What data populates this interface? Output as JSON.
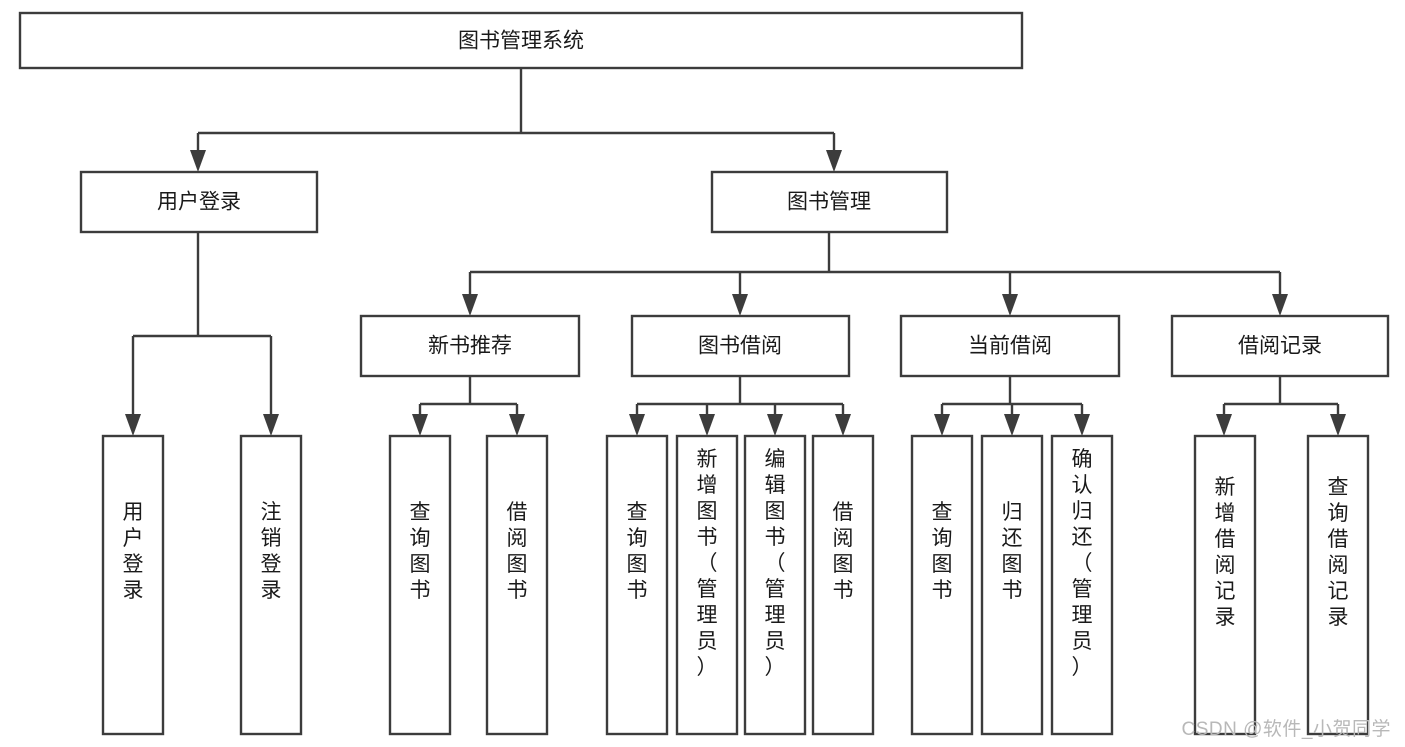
{
  "diagram": {
    "type": "tree",
    "title": "图书管理系统",
    "orientation": "top-down",
    "background_color": "#ffffff",
    "box_stroke_color": "#3c3c3c",
    "text_color": "#1a1a1a",
    "nodes": {
      "root": {
        "label": "图书管理系统",
        "level": 1,
        "orient": "horizontal"
      },
      "l2_0": {
        "label": "用户登录",
        "level": 2,
        "orient": "horizontal"
      },
      "l2_1": {
        "label": "图书管理",
        "level": 2,
        "orient": "horizontal"
      },
      "l3_0": {
        "label": "新书推荐",
        "level": 3,
        "orient": "horizontal"
      },
      "l3_1": {
        "label": "图书借阅",
        "level": 3,
        "orient": "horizontal"
      },
      "l3_2": {
        "label": "当前借阅",
        "level": 3,
        "orient": "horizontal"
      },
      "l3_3": {
        "label": "借阅记录",
        "level": 3,
        "orient": "horizontal"
      },
      "leaf_0": {
        "label": "用户登录",
        "level": 4,
        "orient": "vertical"
      },
      "leaf_1": {
        "label": "注销登录",
        "level": 4,
        "orient": "vertical"
      },
      "leaf_2": {
        "label": "查询图书",
        "level": 4,
        "orient": "vertical"
      },
      "leaf_3": {
        "label": "借阅图书",
        "level": 4,
        "orient": "vertical"
      },
      "leaf_4": {
        "label": "查询图书",
        "level": 4,
        "orient": "vertical"
      },
      "leaf_5": {
        "label": "新增图书（管理员）",
        "level": 4,
        "orient": "vertical"
      },
      "leaf_6": {
        "label": "编辑图书（管理员）",
        "level": 4,
        "orient": "vertical"
      },
      "leaf_7": {
        "label": "借阅图书",
        "level": 4,
        "orient": "vertical"
      },
      "leaf_8": {
        "label": "查询图书",
        "level": 4,
        "orient": "vertical"
      },
      "leaf_9": {
        "label": "归还图书",
        "level": 4,
        "orient": "vertical"
      },
      "leaf_10": {
        "label": "确认归还（管理员）",
        "level": 4,
        "orient": "vertical"
      },
      "leaf_11": {
        "label": "新增借阅记录",
        "level": 4,
        "orient": "vertical"
      },
      "leaf_12": {
        "label": "查询借阅记录",
        "level": 4,
        "orient": "vertical"
      }
    },
    "edges": [
      {
        "from": "root",
        "to": "l2_0"
      },
      {
        "from": "root",
        "to": "l2_1"
      },
      {
        "from": "l2_1",
        "to": "l3_0"
      },
      {
        "from": "l2_1",
        "to": "l3_1"
      },
      {
        "from": "l2_1",
        "to": "l3_2"
      },
      {
        "from": "l2_1",
        "to": "l3_3"
      },
      {
        "from": "l2_0",
        "to": "leaf_0"
      },
      {
        "from": "l2_0",
        "to": "leaf_1"
      },
      {
        "from": "l3_0",
        "to": "leaf_2"
      },
      {
        "from": "l3_0",
        "to": "leaf_3"
      },
      {
        "from": "l3_1",
        "to": "leaf_4"
      },
      {
        "from": "l3_1",
        "to": "leaf_5"
      },
      {
        "from": "l3_1",
        "to": "leaf_6"
      },
      {
        "from": "l3_1",
        "to": "leaf_7"
      },
      {
        "from": "l3_2",
        "to": "leaf_8"
      },
      {
        "from": "l3_2",
        "to": "leaf_9"
      },
      {
        "from": "l3_2",
        "to": "leaf_10"
      },
      {
        "from": "l3_3",
        "to": "leaf_11"
      },
      {
        "from": "l3_3",
        "to": "leaf_12"
      }
    ]
  },
  "watermark": {
    "text": "CSDN @软件_小贺同学"
  }
}
